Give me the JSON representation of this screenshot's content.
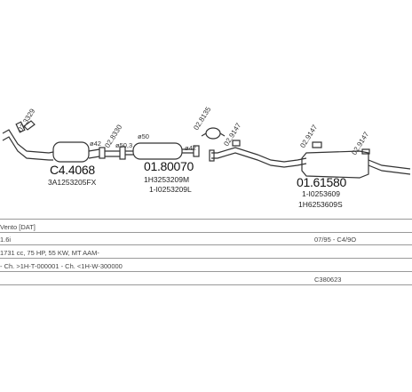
{
  "diagram": {
    "refs": {
      "r1": "02.3329",
      "r2": "02.8330",
      "r3": "02.8135",
      "r4": "02.9147",
      "r5": "02.9147",
      "r6": "02.9147"
    },
    "dims": {
      "d1": "ø42",
      "d2": "ø50",
      "d3": "ø50,3",
      "d4": "ø42"
    },
    "parts": {
      "p1": {
        "number": "C4.4068",
        "oem": [
          "3A1253205FX"
        ]
      },
      "p2": {
        "number": "01.80070",
        "oem": [
          "1H3253209M",
          "1-I0253209L"
        ]
      },
      "p3": {
        "number": "01.61580",
        "oem": [
          "1-I0253609",
          "1H6253609S"
        ]
      }
    }
  },
  "info": {
    "model": "Vento [DAT]",
    "engine": "1.6i",
    "years": "07/95 - C4/9O",
    "spec": "1731 cc, 75 HP, 55 KW, MT AAM-",
    "chassis": "- Ch. >1H-T-000001 - Ch. <1H-W-300000",
    "code": "C380623"
  }
}
